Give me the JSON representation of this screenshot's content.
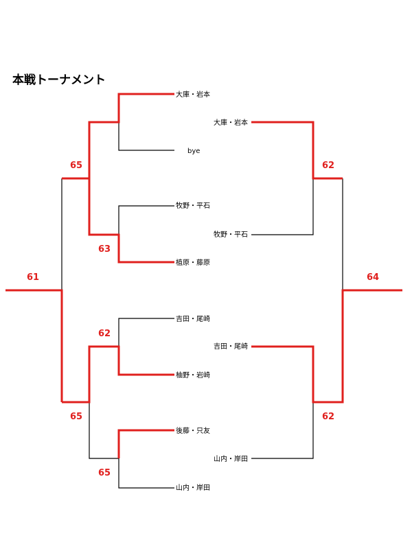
{
  "title": "本戦トーナメント",
  "colors": {
    "winner_line": "#e0201e",
    "loser_line": "#000000",
    "score_text": "#e0201e"
  },
  "left_bracket": {
    "entries": [
      "大庫・岩本",
      "bye",
      "牧野・平石",
      "植原・藤原",
      "吉田・尾崎",
      "柚野・岩崎",
      "後藤・只友",
      "山内・岸田"
    ],
    "scores": {
      "r1_block3": "63",
      "r2_top": "65",
      "r1_block2": "62",
      "r1_block4": "65",
      "r2_bottom": "65",
      "final": "61"
    }
  },
  "right_bracket": {
    "entries": [
      "大庫・岩本",
      "牧野・平石",
      "吉田・尾崎",
      "山内・岸田"
    ],
    "scores": {
      "r1_top": "62",
      "r1_bottom": "62",
      "final": "64"
    }
  }
}
